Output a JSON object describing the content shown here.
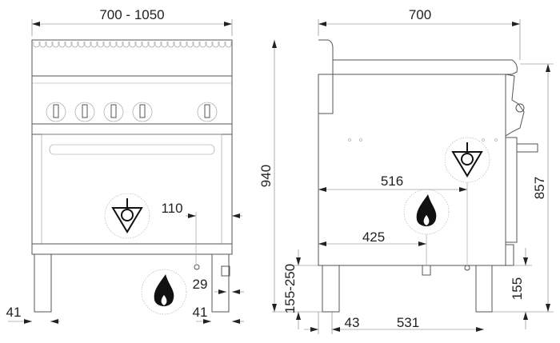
{
  "front_view": {
    "width_dim": "700 - 1050",
    "height_dim": "940",
    "gas_offset_dim": "110",
    "gas_height_dim": "29",
    "leg_left_dim": "41",
    "leg_right_dim": "41",
    "symbols": [
      "equipotential-icon",
      "gas-flame-icon"
    ]
  },
  "side_view": {
    "depth_dim": "700",
    "equipotential_dim": "516",
    "gas_dim": "425",
    "height_dim": "857",
    "leg_height_dim": "155",
    "adjustable_leg_dim": "155-250",
    "leg_offset_dim": "43",
    "leg_span_dim": "531",
    "symbols": [
      "equipotential-icon",
      "gas-flame-icon"
    ]
  }
}
